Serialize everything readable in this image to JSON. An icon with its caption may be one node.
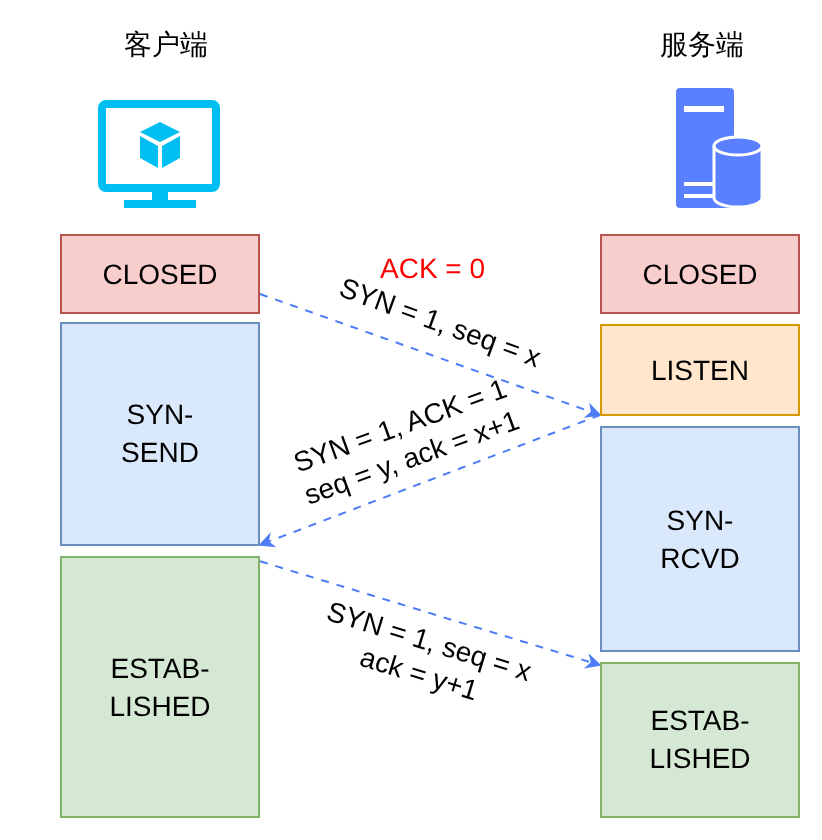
{
  "diagram": {
    "nodes": [
      {
        "text": [
          "CLOSED"
        ]
      },
      {
        "text": [
          "CLOSED"
        ]
      },
      {
        "text": [
          "SYN-SEND"
        ]
      },
      {
        "text": [
          "LISTEN"
        ]
      },
      {
        "text": [
          "SYN-RCVD"
        ]
      },
      {
        "text": [
          "ESTAB-LISHED"
        ]
      },
      {
        "text": [
          "ESTAB-LISHED"
        ]
      }
    ],
    "edges": [
      {
        "from": 0,
        "to": 3,
        "arrow": "to",
        "label": "SYN = 1, seq = x",
        "style": "dashed",
        "color": "#4d7cf7"
      },
      {
        "from": 3,
        "to": 2,
        "arrow": "to",
        "label": "SYN = 1, ACK = 1 seq = y, ack = x+1",
        "style": "dashed",
        "color": "#4d7cf7"
      },
      {
        "from": 5,
        "to": 6,
        "arrow": "to",
        "label": "SYN = 1, seq = x ack = y+1",
        "style": "dashed",
        "color": "#4d7cf7"
      }
    ],
    "labels": [
      "客户端",
      "服务端",
      "ACK = 0"
    ]
  }
}
